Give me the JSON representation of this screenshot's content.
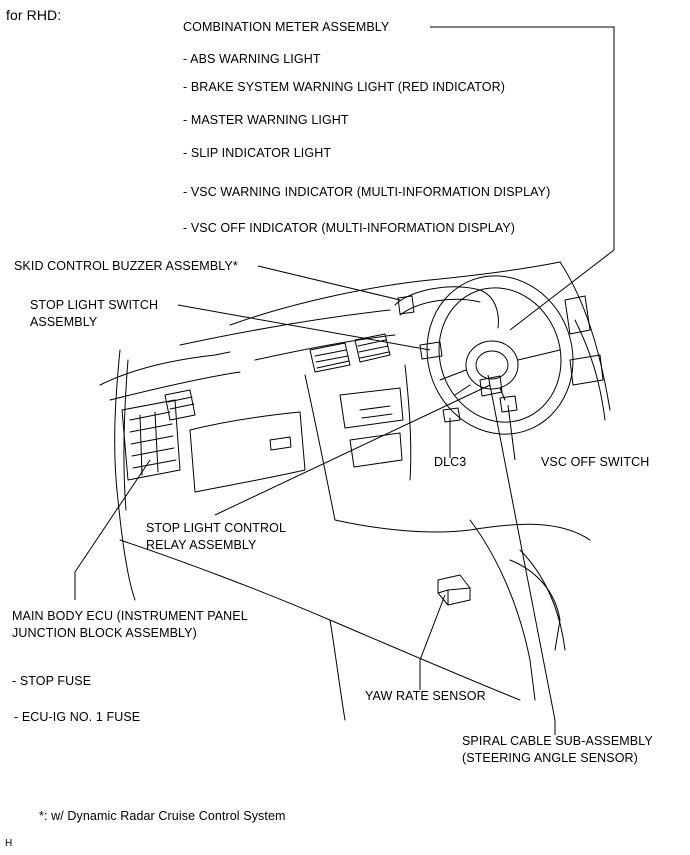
{
  "header": {
    "title": "for RHD:"
  },
  "combination_meter": {
    "title": "COMBINATION METER ASSEMBLY",
    "items": [
      "- ABS WARNING LIGHT",
      "- BRAKE SYSTEM WARNING LIGHT (RED INDICATOR)",
      "- MASTER WARNING LIGHT",
      "- SLIP INDICATOR LIGHT",
      "- VSC WARNING INDICATOR (MULTI-INFORMATION DISPLAY)",
      "- VSC OFF INDICATOR (MULTI-INFORMATION DISPLAY)"
    ]
  },
  "labels": {
    "skid_buzzer": "SKID CONTROL BUZZER ASSEMBLY*",
    "stop_light_switch_1": "STOP LIGHT SWITCH",
    "stop_light_switch_2": "ASSEMBLY",
    "dlc3": "DLC3",
    "vsc_off_switch": "VSC OFF SWITCH",
    "stop_light_relay_1": "STOP LIGHT CONTROL",
    "stop_light_relay_2": "RELAY ASSEMBLY",
    "main_body_ecu_1": "MAIN BODY ECU (INSTRUMENT PANEL",
    "main_body_ecu_2": "JUNCTION BLOCK ASSEMBLY)",
    "stop_fuse": "- STOP FUSE",
    "ecu_ig_fuse": "- ECU-IG NO. 1 FUSE",
    "yaw_rate_sensor": "YAW RATE SENSOR",
    "spiral_cable_1": "SPIRAL CABLE SUB-ASSEMBLY",
    "spiral_cable_2": "(STEERING ANGLE SENSOR)"
  },
  "footnote": "*: w/ Dynamic Radar Cruise Control System",
  "corner_mark": "H"
}
